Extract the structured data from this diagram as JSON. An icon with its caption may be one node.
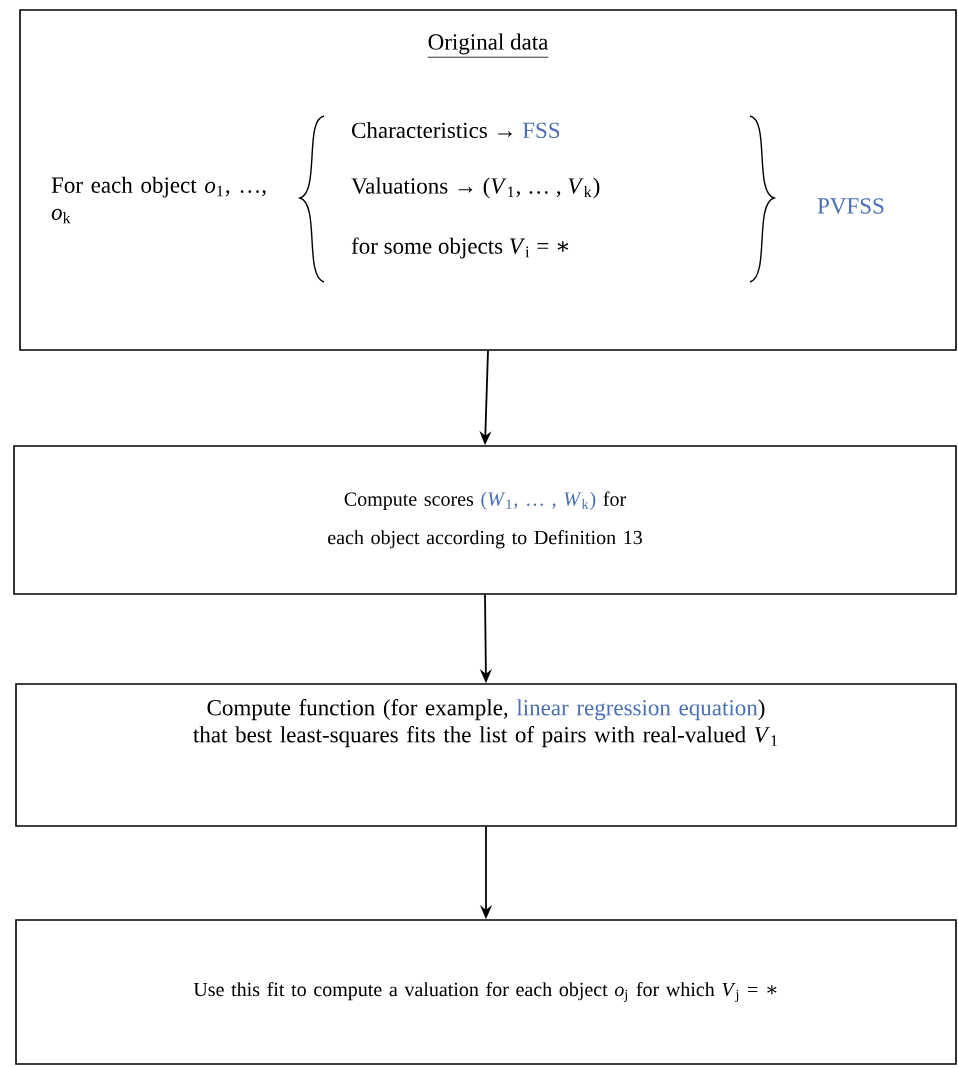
{
  "diagram": {
    "nodes": [
      {
        "text": [
          "Original data",
          "For each object *o*$_{1}$, …, *o*$_{k}$",
          "Characteristics →",
          "FSS",
          "Valuations → (*V*$_{1}$, … , *V*$_{k}$)",
          "for some objects *V*$_{i}$ = ∗",
          "PVFSS"
        ]
      },
      {
        "text": [
          "Compute scores",
          "(*W*$_{1}$, … , *W*$_{k}$)",
          "for each object according to Definition 13"
        ]
      },
      {
        "text": [
          "Compute function (for example,",
          "linear regression equation",
          ") that best least-squares fits the list of pairs with real-valued *V*$_{1}$"
        ]
      },
      {
        "text": [
          "Use this fit to compute a valuation for each object *o*$_{j}$ for which *V*$_{j}$ = ∗"
        ]
      }
    ],
    "edges": [
      {
        "from": 0,
        "to": 1,
        "arrow": "to"
      },
      {
        "from": 1,
        "to": 2,
        "arrow": "to"
      },
      {
        "from": 2,
        "to": 3,
        "arrow": "to"
      }
    ]
  }
}
